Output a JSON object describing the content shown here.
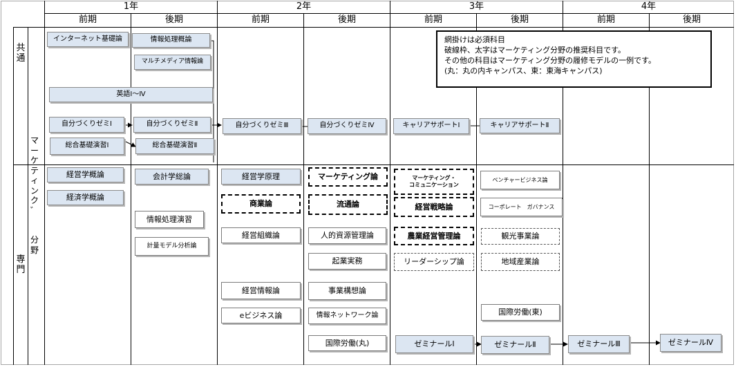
{
  "header": {
    "years": [
      "1年",
      "2年",
      "3年",
      "4年"
    ],
    "terms": [
      "前期",
      "後期",
      "前期",
      "後期",
      "前期",
      "後期",
      "前期",
      "後期"
    ]
  },
  "side": {
    "common": "共\n通",
    "specialized": "専\n門",
    "marketing": "マ\nー\nケ\nテ\nィ\nン\nク\n゛",
    "field": "分\n野"
  },
  "legend": {
    "lines": [
      "網掛けは必須科目",
      "破線枠、太字はマーケティング分野の推奨科目です。",
      "その他の科目はマーケティング分野の履修モデルの一例です。",
      "(丸：丸の内キャンパス、東：東海キャンパス)"
    ]
  },
  "courses": {
    "internet": "インターネット基礎論",
    "info_gairon": "情報処理概論",
    "multimedia": "マルチメディア情報論",
    "english": "英語Ⅰ～Ⅳ",
    "zemi1": "自分づくりゼミⅠ",
    "zemi2": "自分づくりゼミⅡ",
    "zemi3": "自分づくりゼミⅢ",
    "zemi4": "自分づくりゼミⅣ",
    "career1": "キャリアサポートⅠ",
    "career2": "キャリアサポートⅡ",
    "sogo1": "総合基礎演習Ⅰ",
    "sogo2": "総合基礎演習Ⅱ",
    "keiei_gairon": "経営学概論",
    "keizai_gairon": "経済学概論",
    "kaikei": "会計学総論",
    "info_enshu": "情報処理演習",
    "keiryo": "計量モデル分析論",
    "keiei_genri": "経営学原理",
    "shogyo": "商業論",
    "soshiki": "経営組織論",
    "keiei_joho": "経営情報論",
    "ebiz": "eビジネス論",
    "marketing_ron": "マーケティング論",
    "ryutsu": "流通論",
    "jinteki": "人的資源管理論",
    "kigyo": "起業実務",
    "jigyo": "事業構想論",
    "joho_network": "情報ネットワーク論",
    "kokusai_maru": "国際労働(丸)",
    "marcom": "マーケティング・\nコミュニケーション",
    "senryaku": "経営戦略論",
    "nogyo": "農業経営管理論",
    "leader": "リーダーシップ論",
    "venture": "ベンチャービジネス論",
    "corporate": "コーポレート　ガバナンス",
    "kanko": "観光事業論",
    "chiiki": "地域産業論",
    "kokusai_higashi": "国際労働(東)",
    "seminar1": "ゼミナールⅠ",
    "seminar2": "ゼミナールⅡ",
    "seminar3": "ゼミナールⅢ",
    "seminar4": "ゼミナールⅣ"
  }
}
